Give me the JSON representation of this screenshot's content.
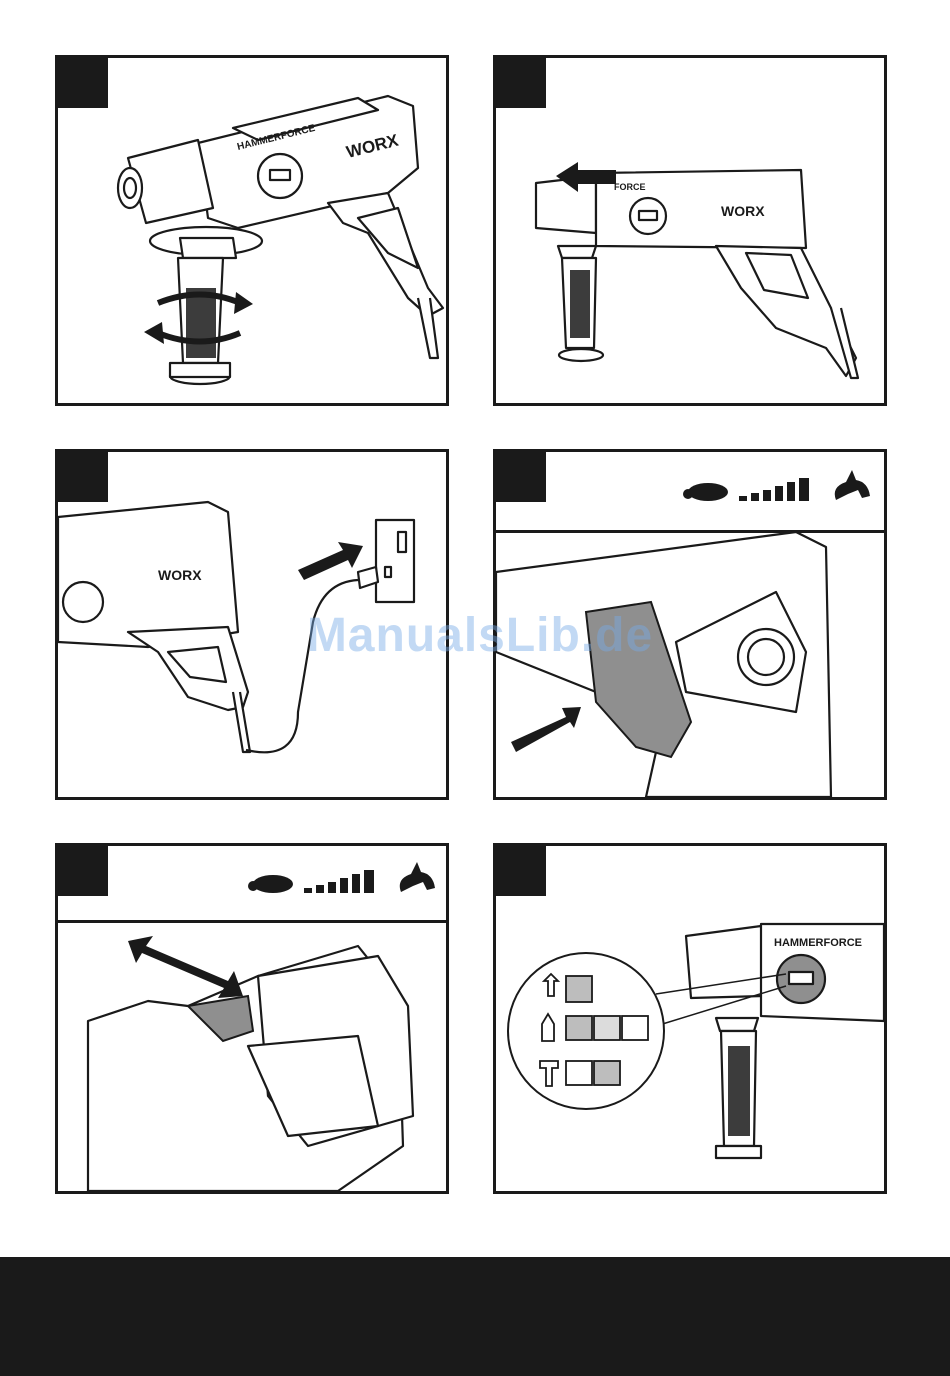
{
  "brand": {
    "worx": "WORX",
    "hammerforce": "HAMMERFORCE",
    "force": "FORCE"
  },
  "watermark": "ManualsLib.de",
  "speed_indicator": {
    "slow_icon": "turtle-icon",
    "fast_icon": "rabbit-icon",
    "bars": 6
  },
  "colors": {
    "ink": "#1a1a1a",
    "trigger_gray": "#8f8f8f",
    "watermark": "#78aae6"
  },
  "panels": [
    {
      "id": "install-handle"
    },
    {
      "id": "remove-chuck"
    },
    {
      "id": "connect-power"
    },
    {
      "id": "trigger-variable-speed"
    },
    {
      "id": "reverse-switch"
    },
    {
      "id": "mode-selector"
    }
  ]
}
